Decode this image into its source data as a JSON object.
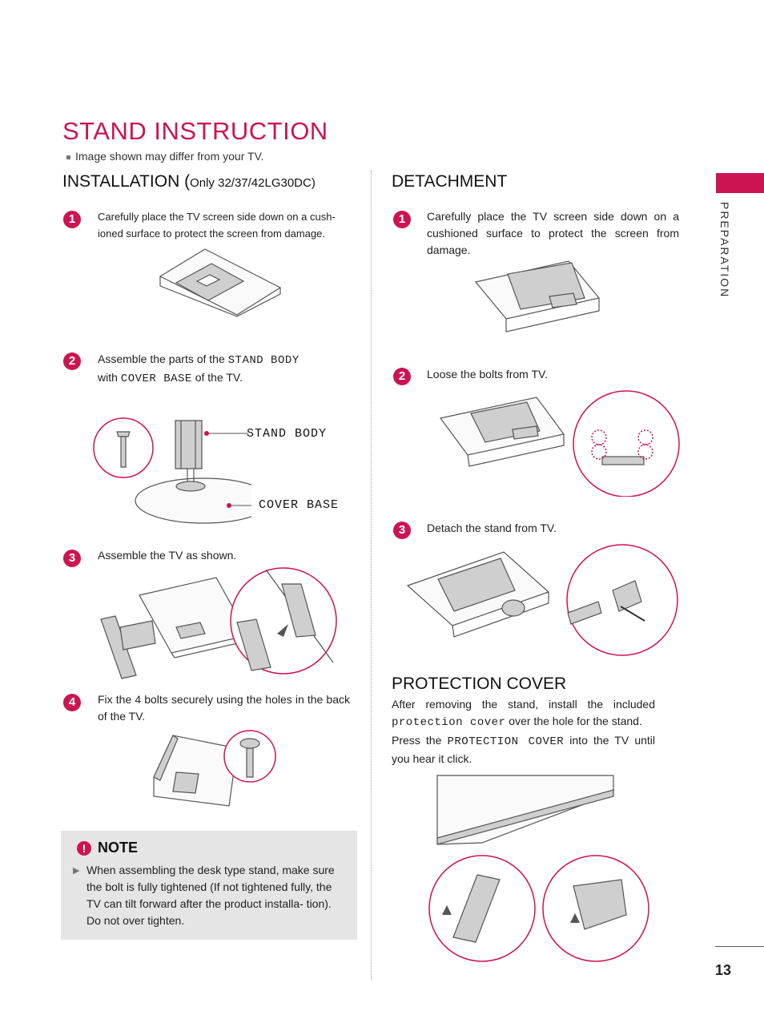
{
  "page": {
    "title": "STAND INSTRUCTION",
    "subnote": "Image shown may differ from your TV.",
    "side_tab": "PREPARATION",
    "page_number": "13"
  },
  "installation": {
    "heading": "INSTALLATION (",
    "heading_small": "Only 32/37/42LG30DC)",
    "steps": [
      {
        "num": "1",
        "text": "Carefully place the TV screen side down on a cush- ioned surface to protect the screen from damage."
      },
      {
        "num": "2",
        "text_a": "Assemble the parts of the ",
        "kw1": "STAND BODY",
        "text_b": "with ",
        "kw2": "COVER BASE",
        "text_c": " of the TV."
      },
      {
        "num": "3",
        "text": "Assemble the TV as shown."
      },
      {
        "num": "4",
        "text": "Fix the 4 bolts securely using the holes in the back of the TV."
      }
    ],
    "callouts": {
      "stand_body": "STAND BODY",
      "cover_base": "COVER BASE"
    }
  },
  "note": {
    "heading": "NOTE",
    "icon": "exclamation-icon",
    "bullet": "▶",
    "text": "When assembling the desk type stand, make sure the bolt is fully tightened (If not tightened fully, the TV can tilt forward after the product installa- tion). Do not  over tighten."
  },
  "detachment": {
    "heading": "DETACHMENT",
    "steps": [
      {
        "num": "1",
        "text": "Carefully place the TV screen side down on a cushioned surface to protect the screen from damage."
      },
      {
        "num": "2",
        "text": "Loose the bolts from TV."
      },
      {
        "num": "3",
        "text": "Detach the stand from TV."
      }
    ]
  },
  "protection": {
    "heading": "PROTECTION COVER",
    "p1_a": "After removing the stand, install the included ",
    "p1_kw": "protection cover",
    "p1_b": " over the hole for the stand.",
    "p2_a": "Press the ",
    "p2_kw": "PROTECTION COVER",
    "p2_b": " into the TV until you hear it click."
  },
  "colors": {
    "accent": "#cc1452",
    "note_bg": "#e5e5e5"
  }
}
